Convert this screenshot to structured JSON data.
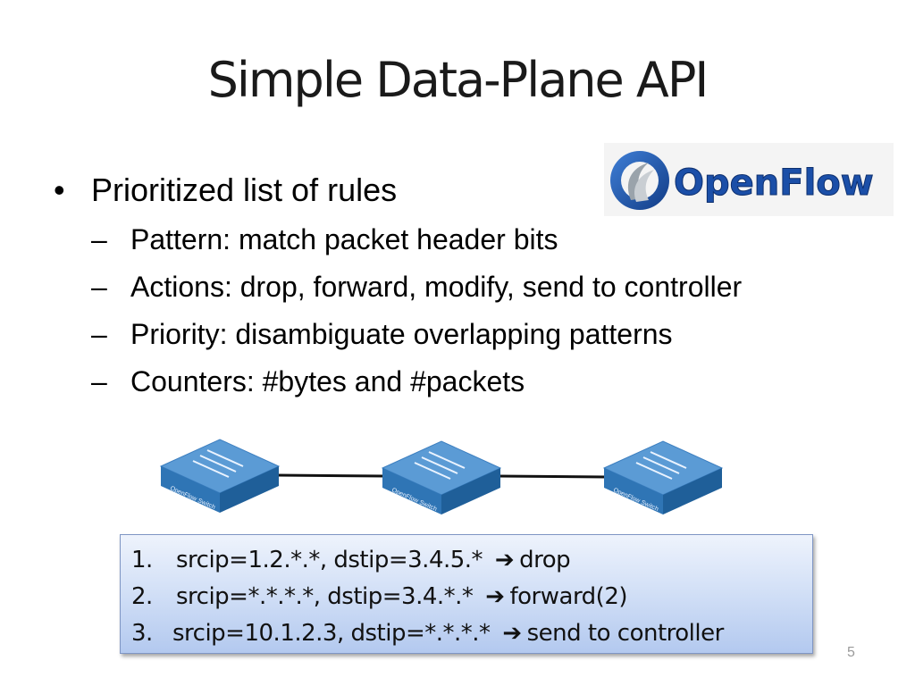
{
  "title": "Simple Data-Plane API",
  "bullet": {
    "symbol": "•",
    "text": "Prioritized list of rules"
  },
  "sub_bullets": [
    {
      "dash": "–",
      "text": "Pattern: match packet header bits"
    },
    {
      "dash": "–",
      "text": "Actions: drop, forward, modify, send to controller"
    },
    {
      "dash": "–",
      "text": "Priority: disambiguate overlapping patterns"
    },
    {
      "dash": "–",
      "text": "Counters: #bytes and #packets"
    }
  ],
  "logo": {
    "text": "OpenFlow",
    "icon": "openflow-logo-icon",
    "colors": {
      "blue": "#1b4fa8",
      "silver": "#9aa3ab"
    }
  },
  "switches": [
    {
      "label": "OpenFlow Switch"
    },
    {
      "label": "OpenFlow Switch"
    },
    {
      "label": "OpenFlow Switch"
    }
  ],
  "switch_colors": {
    "top": "#5b9bd5",
    "front": "#2f75b5",
    "side": "#1f5f99"
  },
  "rules": [
    {
      "num": "1.",
      "match": "srcip=1.2.*.*, dstip=3.4.5.*",
      "arrow": "➔",
      "action": "drop"
    },
    {
      "num": "2.",
      "match": "srcip=*.*.*.*, dstip=3.4.*.*",
      "arrow": "➔",
      "action": "forward(2)"
    },
    {
      "num": "3.",
      "match": "srcip=10.1.2.3, dstip=*.*.*.*",
      "arrow": "➔",
      "action": "send to controller"
    }
  ],
  "page_number": "5"
}
